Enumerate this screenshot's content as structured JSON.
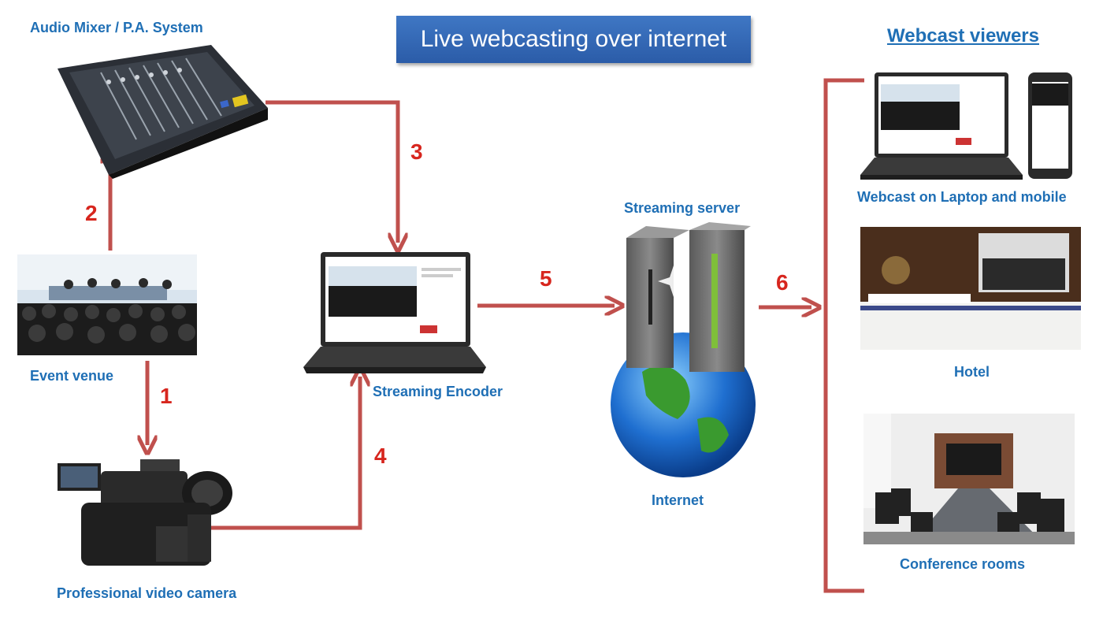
{
  "title": "Live webcasting over internet",
  "viewers_title": "Webcast  viewers",
  "nodes": {
    "audio_mixer": "Audio Mixer / P.A. System",
    "event_venue": "Event venue",
    "camera": "Professional video  camera",
    "encoder": "Streaming  Encoder",
    "server": "Streaming server",
    "internet": "Internet",
    "laptop_mobile": "Webcast on Laptop and mobile",
    "hotel": "Hotel",
    "conference": "Conference rooms"
  },
  "steps": [
    "1",
    "2",
    "3",
    "4",
    "5",
    "6"
  ],
  "colors": {
    "arrow": "#c0504d",
    "label": "#1f6fb5",
    "step": "#d7261e",
    "title_bg": "#2e62ad"
  }
}
